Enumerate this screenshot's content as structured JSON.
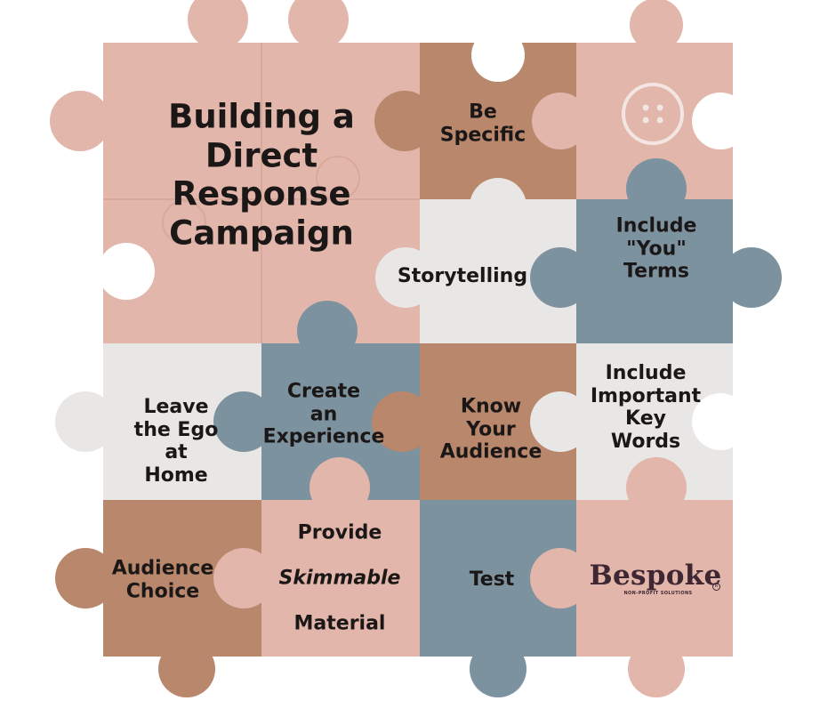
{
  "title": "Building a\nDirect\nResponse\nCampaign",
  "pieces": {
    "be_specific": "Be\nSpecific",
    "storytelling": "Storytelling",
    "include_you_terms": "Include\n\"You\"\nTerms",
    "leave_ego": "Leave\nthe Ego\nat\nHome",
    "create_experience": "Create\nan\nExperience",
    "know_audience": "Know\nYour\nAudience",
    "include_keywords": "Include\nImportant\nKey\nWords",
    "audience_choice": "Audience\nChoice",
    "provide_prefix": "Provide",
    "provide_emphasis": "Skimmable",
    "provide_suffix": "Material",
    "test": "Test"
  },
  "logo": {
    "wordmark": "Bespoke",
    "registered": "R",
    "tagline": "NON-PROFIT SOLUTIONS"
  },
  "icons": {
    "button": "button-icon"
  },
  "colors": {
    "pink": "#e2b6aa",
    "brown": "#b8876c",
    "slate": "#7d929f",
    "light": "#e9e7e6",
    "text": "#1b1717",
    "seam": "#d7a99b",
    "logo": "#3e2632"
  }
}
